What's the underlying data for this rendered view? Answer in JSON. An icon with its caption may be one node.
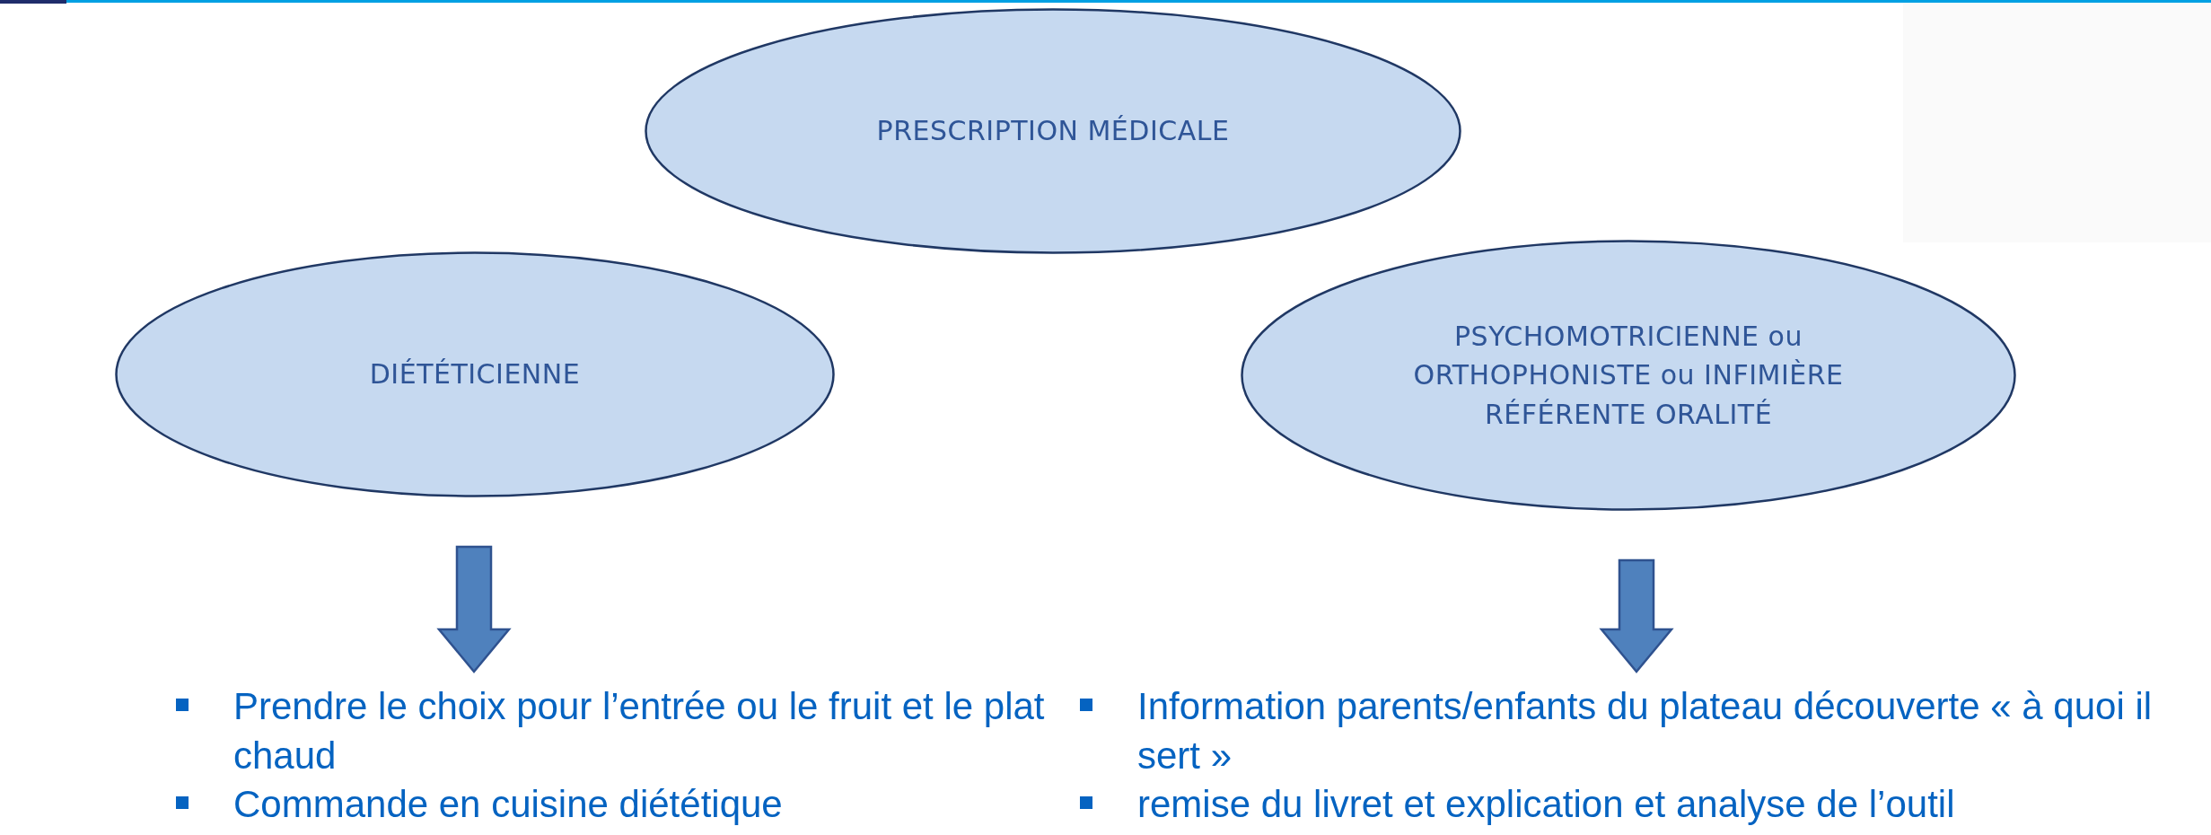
{
  "diagram": {
    "nodes": [
      {
        "text": [
          "PRESCRIPTION MÉDICALE"
        ]
      },
      {
        "text": [
          "DIÉTÉTICIENNE"
        ]
      },
      {
        "text": [
          "PSYCHOMOTRICIENNE ou ORTHOPHONISTE ou INFIMIÈRE RÉFÉRENTE ORALITÉ"
        ]
      },
      {
        "text": [
          "Prendre le choix pour l’entrée ou le fruit et le plat chaud",
          "Commande en cuisine diététique"
        ]
      },
      {
        "text": [
          "Information parents/enfants du plateau découverte « à quoi il sert »",
          "remise du livret et explication et analyse de l’outil"
        ]
      }
    ],
    "edges": [
      {
        "from": 1,
        "to": 3,
        "arrow": "to",
        "style": "thick"
      },
      {
        "from": 2,
        "to": 4,
        "arrow": "to",
        "style": "thick"
      }
    ]
  }
}
